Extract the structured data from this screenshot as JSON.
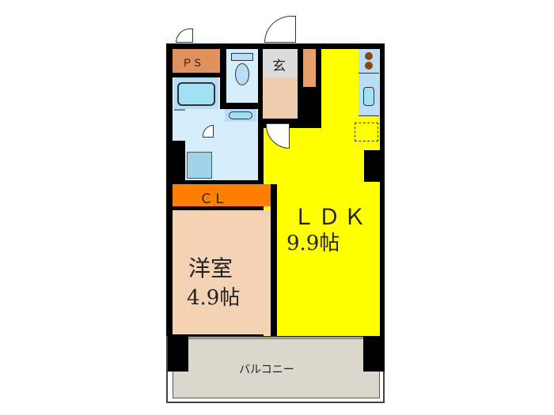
{
  "floorplan": {
    "rooms": {
      "ps": {
        "label": "ＰＳ",
        "color": "#E0915C"
      },
      "entrance": {
        "label": "玄",
        "color": "#DCDCDC"
      },
      "closet": {
        "label": "ＣＬ",
        "color": "#FF7F00"
      },
      "ldk": {
        "label": "ＬＤＫ",
        "size": "9.9帖",
        "color": "#FFFF00"
      },
      "western_room": {
        "label": "洋室",
        "size": "4.9帖",
        "color": "#F4D3B5"
      },
      "balcony": {
        "label": "バルコニー",
        "color": "#DDD6CC"
      },
      "wet_area": {
        "color": "#D6EEFB"
      },
      "hall": {
        "color": "#F0CCAE"
      }
    },
    "fixtures": {
      "stove": "stove-burners",
      "sink": "kitchen-sink",
      "fridge_space": "refrigerator-space",
      "bathtub": "bathtub",
      "toilet": "toilet",
      "washbasin": "washbasin",
      "washer": "washing-machine-pan",
      "shoe_cabinet": "shoe-cabinet"
    }
  }
}
